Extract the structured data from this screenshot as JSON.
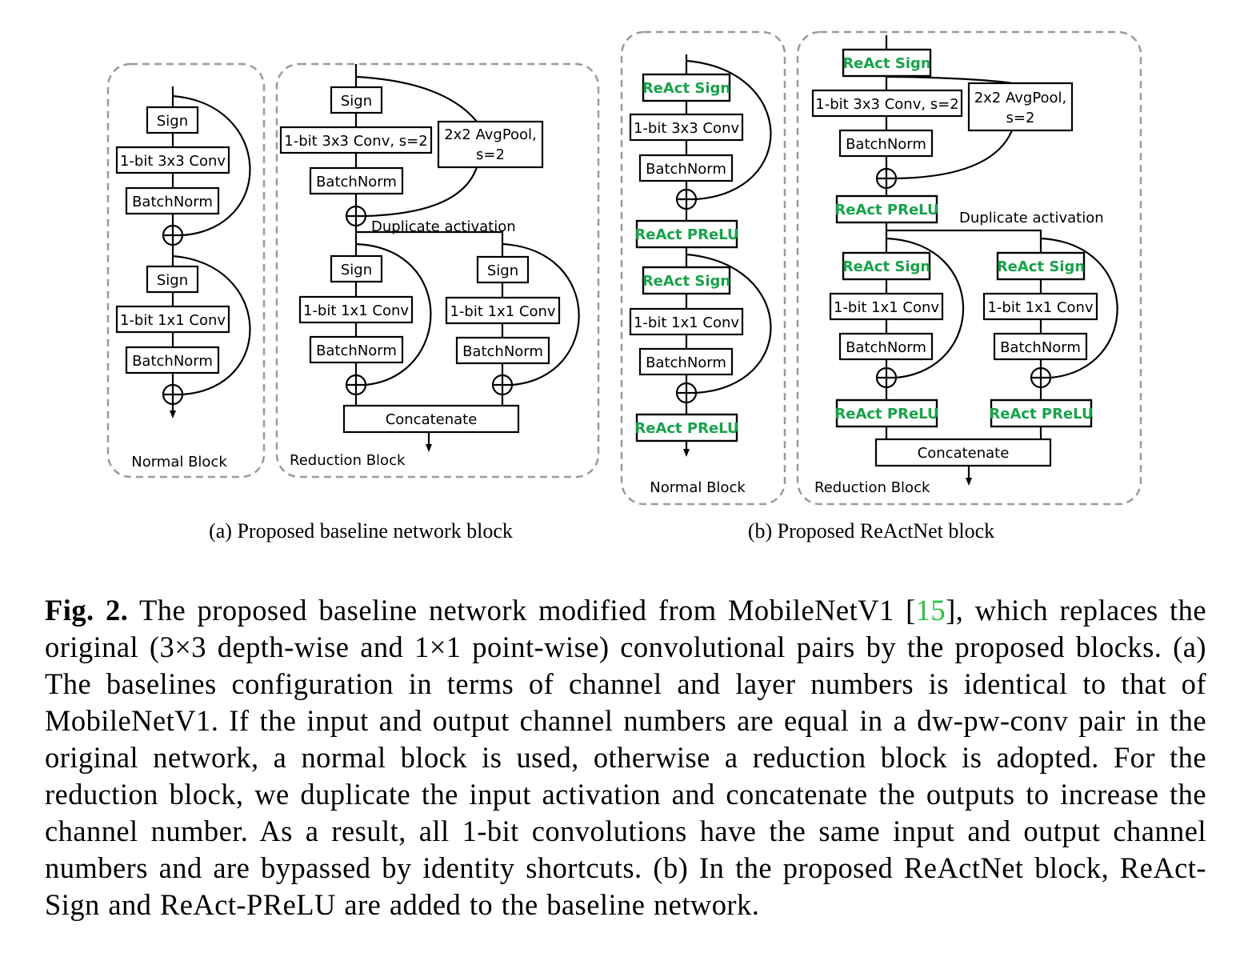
{
  "labels": {
    "sign": "Sign",
    "react_sign": "ReAct Sign",
    "conv3x3": "1-bit 3x3 Conv",
    "conv3x3_s2": "1-bit 3x3 Conv, s=2",
    "conv1x1": "1-bit 1x1 Conv",
    "batchnorm": "BatchNorm",
    "avgpool_1": "2x2 AvgPool,",
    "avgpool_2": "s=2",
    "react_prelu": "ReAct PReLU",
    "concatenate": "Concatenate",
    "duplicate": "Duplicate activation",
    "normal_block": "Normal Block",
    "reduction_block": "Reduction Block"
  },
  "subcaptions": {
    "a": "(a) Proposed baseline network block",
    "b": "(b) Proposed ReActNet block"
  },
  "caption": {
    "fig_label": "Fig. 2.",
    "part1": " The proposed baseline network modified from MobileNetV1 [",
    "ref": "15",
    "part2": "], which replaces the original (3×3 depth-wise and 1×1 point-wise) convolutional pairs by the proposed blocks. (a) The baselines configuration in terms of channel and layer numbers is identical to that of MobileNetV1. If the input and output channel numbers are equal in a dw-pw-conv pair in the original network, a normal block is used, otherwise a reduction block is adopted. For the reduction block, we duplicate the input activation and concatenate the outputs to increase the channel number. As a result, all 1-bit convolutions have the same input and output channel numbers and are bypassed by identity shortcuts. (b) In the proposed ReActNet block, ReAct-Sign and ReAct-PReLU are added to the baseline network."
  },
  "colors": {
    "react_green": "#16a349",
    "ref_green": "#27c43f",
    "dashed_border": "#9a9a9a"
  }
}
